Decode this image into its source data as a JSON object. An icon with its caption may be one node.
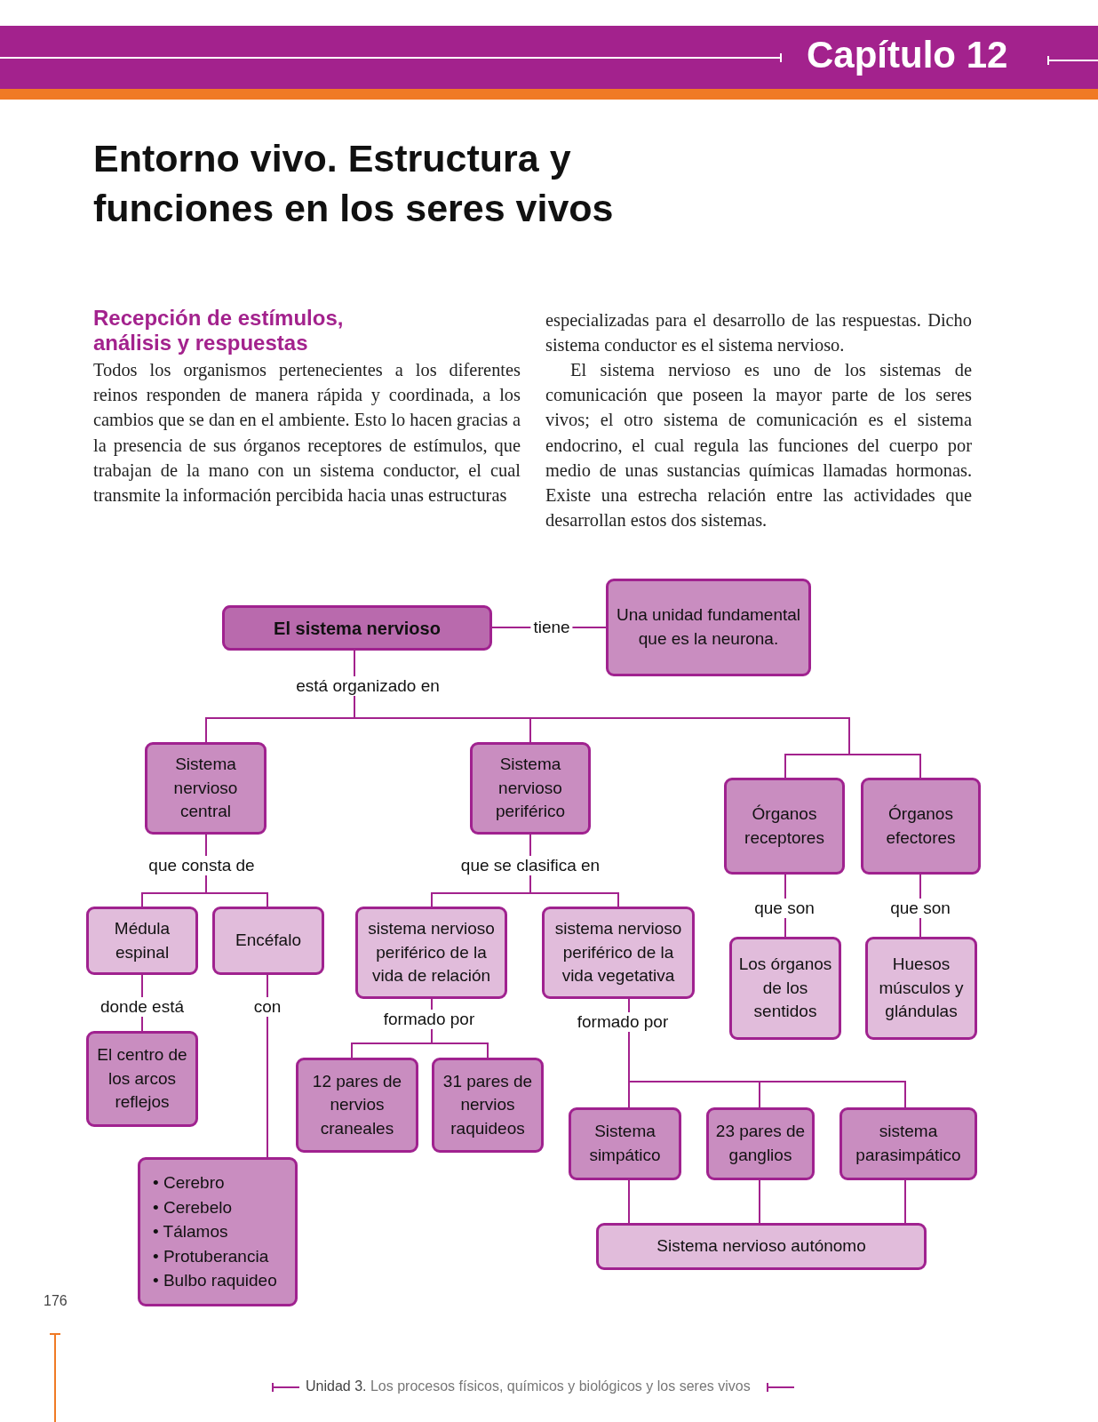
{
  "diagram": {
    "title": "Entorno vivo. Estructura y funciones en los seres vivos",
    "nodes": [
      {
        "text": [
          "El sistema nervioso"
        ]
      },
      {
        "text": [
          "Una unidad fundamental que es la neurona."
        ]
      },
      {
        "text": [
          "Sistema nervioso central"
        ]
      },
      {
        "text": [
          "Sistema nervioso periférico"
        ]
      },
      {
        "text": [
          "Órganos receptores"
        ]
      },
      {
        "text": [
          "Órganos efectores"
        ]
      },
      {
        "text": [
          "Médula espinal"
        ]
      },
      {
        "text": [
          "Encéfalo"
        ]
      },
      {
        "text": [
          "sistema nervioso periférico de la vida de relación"
        ]
      },
      {
        "text": [
          "sistema nervioso periférico de la vida vegetativa"
        ]
      },
      {
        "text": [
          "Los órganos de los sentidos"
        ]
      },
      {
        "text": [
          "Huesos músculos y glándulas"
        ]
      },
      {
        "text": [
          "El centro de los arcos reflejos"
        ]
      },
      {
        "text": [
          "12 pares de nervios craneales"
        ]
      },
      {
        "text": [
          "31 pares de nervios raquideos"
        ]
      },
      {
        "text": [
          "Sistema simpático"
        ]
      },
      {
        "text": [
          "23 pares de ganglios"
        ]
      },
      {
        "text": [
          "sistema parasimpático"
        ]
      },
      {
        "text": [
          "Sistema nervioso autónomo"
        ]
      },
      {
        "text": [
          "• Cerebro",
          "• Cerebelo",
          "• Tálamos",
          "• Protuberancia",
          "• Bulbo raquideo"
        ]
      }
    ],
    "edges": [
      {
        "from": 0,
        "to": 1,
        "arrow": "none",
        "label": "tiene"
      },
      {
        "from": 0,
        "to": 2,
        "arrow": "none",
        "label": "está organizado en"
      },
      {
        "from": 0,
        "to": 3,
        "arrow": "none"
      },
      {
        "from": 0,
        "to": 4,
        "arrow": "none"
      },
      {
        "from": 0,
        "to": 5,
        "arrow": "none"
      },
      {
        "from": 2,
        "to": 6,
        "arrow": "none",
        "label": "que consta de"
      },
      {
        "from": 2,
        "to": 7,
        "arrow": "none"
      },
      {
        "from": 3,
        "to": 8,
        "arrow": "none",
        "label": "que se clasifica en"
      },
      {
        "from": 3,
        "to": 9,
        "arrow": "none"
      },
      {
        "from": 4,
        "to": 10,
        "arrow": "none",
        "label": "que son"
      },
      {
        "from": 5,
        "to": 11,
        "arrow": "none",
        "label": "que son"
      },
      {
        "from": 6,
        "to": 12,
        "arrow": "none",
        "label": "donde está"
      },
      {
        "from": 7,
        "to": 19,
        "arrow": "none",
        "label": "con"
      },
      {
        "from": 8,
        "to": 13,
        "arrow": "none",
        "label": "formado por"
      },
      {
        "from": 8,
        "to": 14,
        "arrow": "none"
      },
      {
        "from": 9,
        "to": 15,
        "arrow": "none",
        "label": "formado por"
      },
      {
        "from": 9,
        "to": 16,
        "arrow": "none"
      },
      {
        "from": 9,
        "to": 17,
        "arrow": "none"
      },
      {
        "from": 15,
        "to": 18,
        "arrow": "none"
      },
      {
        "from": 16,
        "to": 18,
        "arrow": "none"
      },
      {
        "from": 17,
        "to": 18,
        "arrow": "none"
      }
    ],
    "labels": [
      "Capítulo 12",
      "Recepción de estímulos, análisis y respuestas",
      "Todos los organismos pertenecientes a los diferentes reinos responden de manera rápida y coordinada, a los cambios que se dan en el ambiente. Esto lo hacen gracias a la presencia de sus órganos receptores de estímulos, que trabajan de la mano con un sistema conductor, el cual transmite la información percibida hacia unas estructuras",
      "especializadas para el desarrollo de las respuestas. Dicho sistema conductor es el sistema nervioso.",
      "El sistema nervioso es uno de los sistemas de comunicación que poseen la mayor parte de los seres vivos; el otro sistema de comunicación es el sistema endocrino, el cual regula las funciones del cuerpo por medio de unas sustancias químicas llamadas hormonas. Existe una estrecha relación entre las actividades que desarrollan estos dos sistemas.",
      "176",
      "**Unidad 3.** Los procesos físicos, químicos y biológicos y los seres vivos"
    ]
  }
}
